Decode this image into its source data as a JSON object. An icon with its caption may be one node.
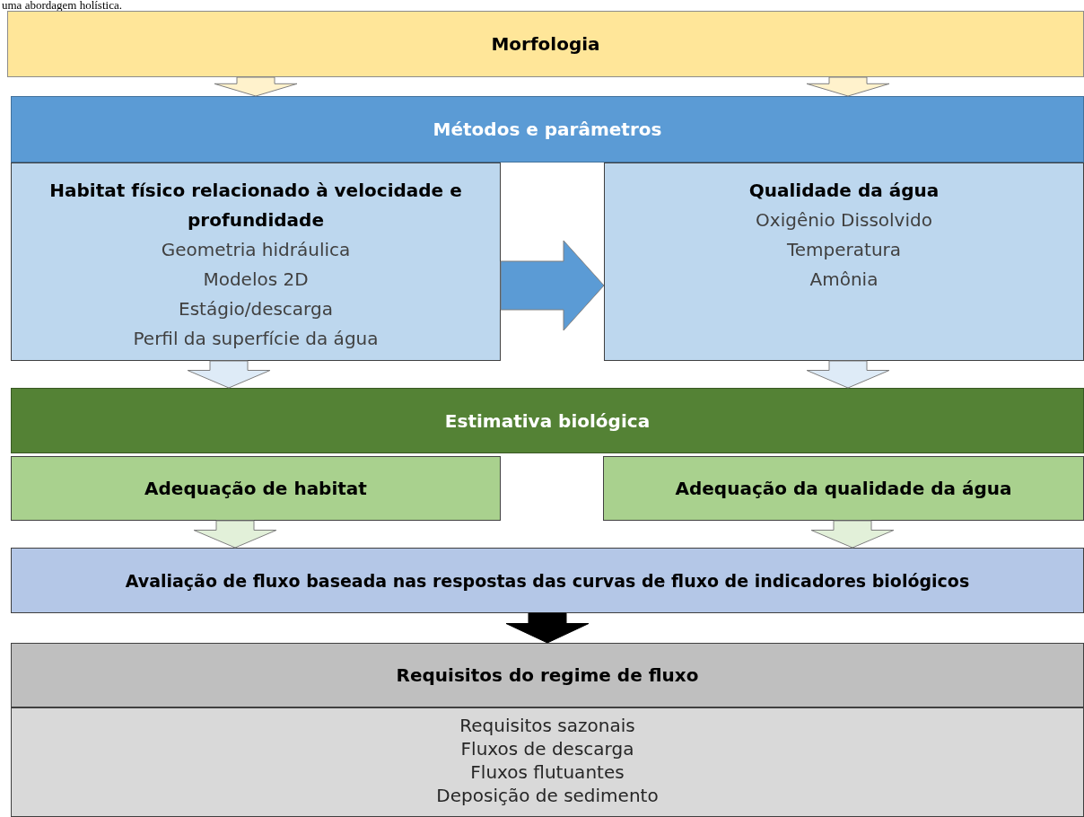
{
  "diagram": {
    "nodes": [
      {
        "text": [
          "Morfologia"
        ]
      },
      {
        "text": [
          "Métodos e parâmetros"
        ]
      },
      {
        "text": [
          "Habitat físico relacionado à velocidade e profundidade",
          "Geometria hidráulica",
          "Modelos 2D",
          "Estágio/descarga",
          "Perfil da superfície da água"
        ]
      },
      {
        "text": [
          "Qualidade da água",
          "Oxigênio Dissolvido",
          "Temperatura",
          "Amônia"
        ]
      },
      {
        "text": [
          "Estimativa biológica"
        ]
      },
      {
        "text": [
          "Adequação de habitat"
        ]
      },
      {
        "text": [
          "Adequação da qualidade da água"
        ]
      },
      {
        "text": [
          "Avaliação de fluxo baseada nas respostas das curvas de fluxo de indicadores biológicos"
        ]
      },
      {
        "text": [
          "Requisitos do regime de fluxo"
        ]
      },
      {
        "text": [
          "Requisitos sazonais",
          "Fluxos de descarga",
          "Fluxos flutuantes",
          "Deposição de sedimento"
        ]
      }
    ],
    "edges": [
      {
        "from": 0,
        "to": 1,
        "arrow": "to",
        "style": "thick",
        "color": "#fff2cc"
      },
      {
        "from": 0,
        "to": 1,
        "arrow": "to",
        "style": "thick",
        "color": "#fff2cc"
      },
      {
        "from": 2,
        "to": 3,
        "arrow": "to",
        "style": "thick",
        "color": "#5b9bd5"
      },
      {
        "from": 2,
        "to": 4,
        "arrow": "to",
        "style": "thick",
        "color": "#deebf7"
      },
      {
        "from": 3,
        "to": 4,
        "arrow": "to",
        "style": "thick",
        "color": "#deebf7"
      },
      {
        "from": 5,
        "to": 7,
        "arrow": "to",
        "style": "thick",
        "color": "#e2f0d9"
      },
      {
        "from": 6,
        "to": 7,
        "arrow": "to",
        "style": "thick",
        "color": "#e2f0d9"
      },
      {
        "from": 7,
        "to": 8,
        "arrow": "to",
        "style": "thick",
        "color": "#000000"
      }
    ],
    "labels": [
      "uma abordagem holística."
    ]
  }
}
